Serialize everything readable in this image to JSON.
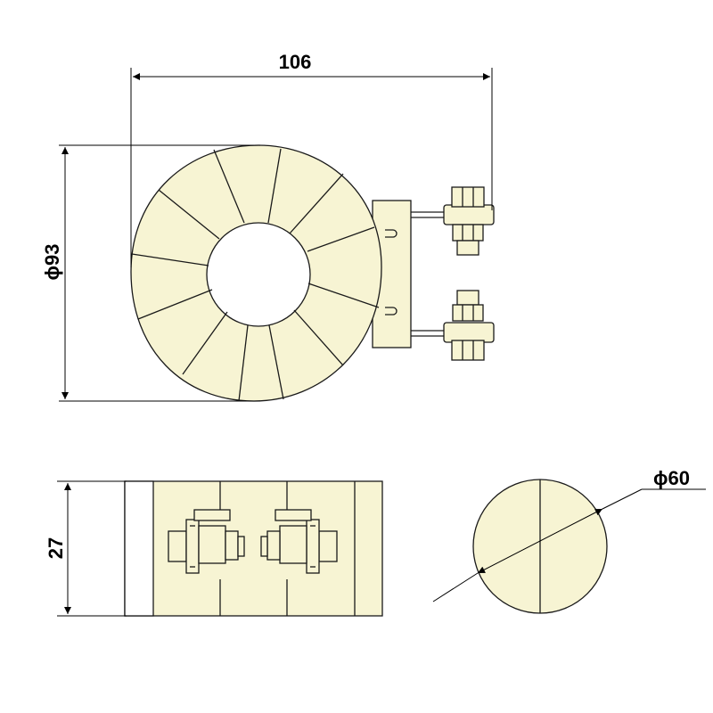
{
  "colors": {
    "fill": "#f7f4d3",
    "stroke": "#1a1a1a",
    "background": "#ffffff"
  },
  "dimensions": {
    "width": "106",
    "outer_diameter": "ϕ93",
    "height": "27",
    "inner_diameter": "ϕ60"
  }
}
